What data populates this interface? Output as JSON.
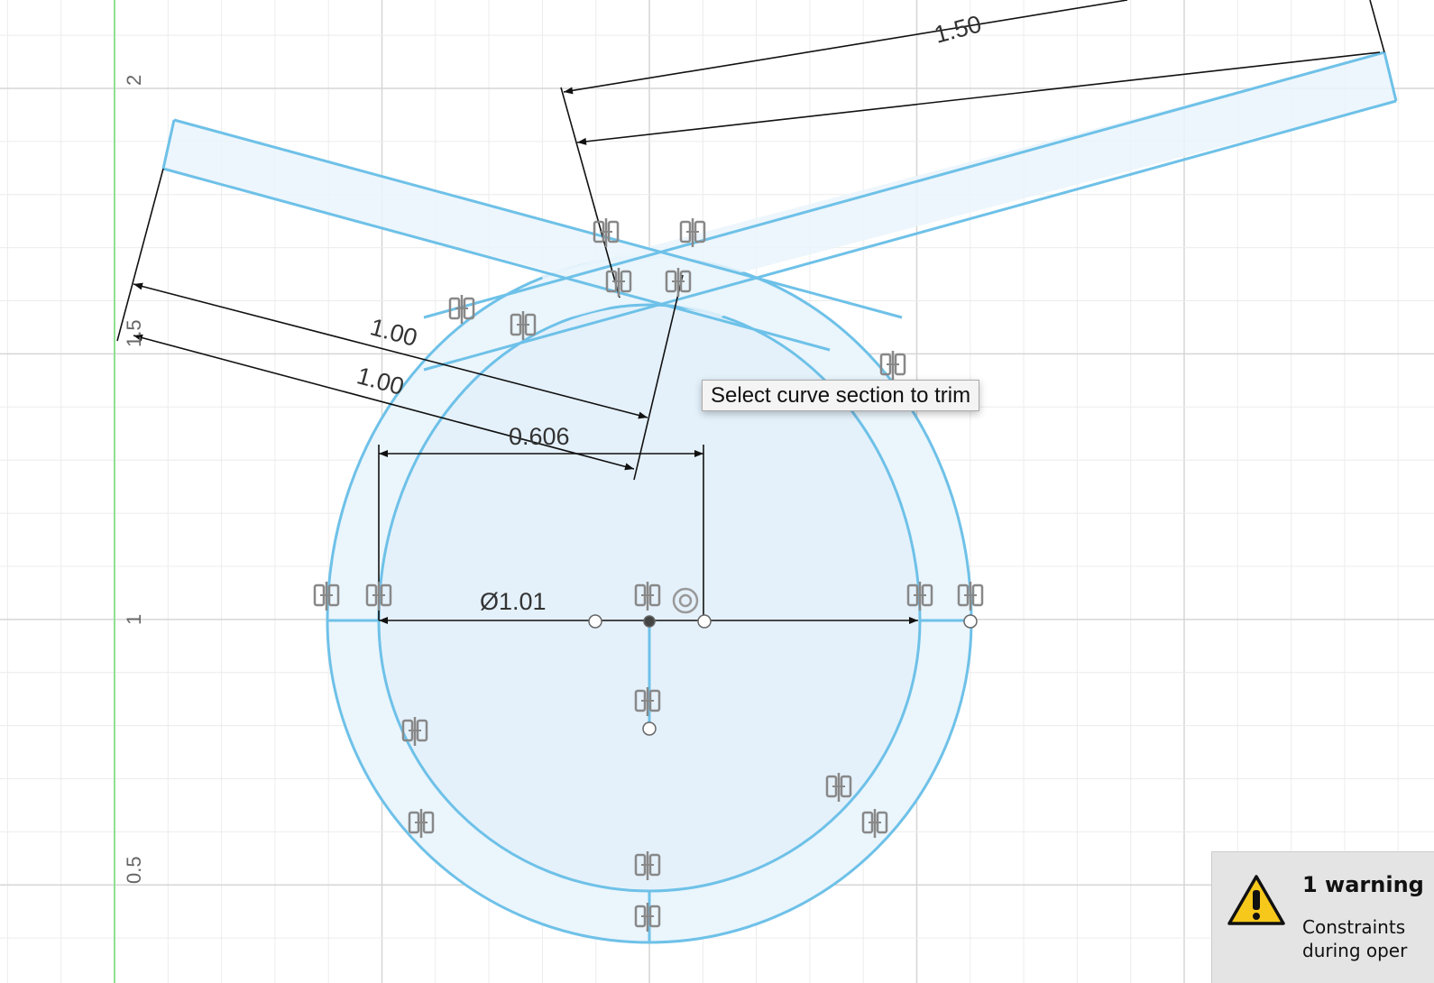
{
  "canvas": {
    "axis_labels": [
      "2",
      "1.5",
      "1",
      "0.5"
    ],
    "dimensions": {
      "angled_top": "1.50",
      "offset_upper": "1.00",
      "offset_lower": "1.00",
      "horizontal": "0.606",
      "diameter": "Ø1.01"
    },
    "colors": {
      "sketch_line": "#6ec1e8",
      "profile_fill": "#eaf5fc",
      "axis_green": "#8fe08f",
      "grid": "#e4e4e4"
    }
  },
  "tooltip": {
    "text": "Select curve section to trim"
  },
  "warning": {
    "icon": "warning-triangle-icon",
    "title": "1 warning",
    "line1": "Constraints",
    "line2": "during oper"
  }
}
